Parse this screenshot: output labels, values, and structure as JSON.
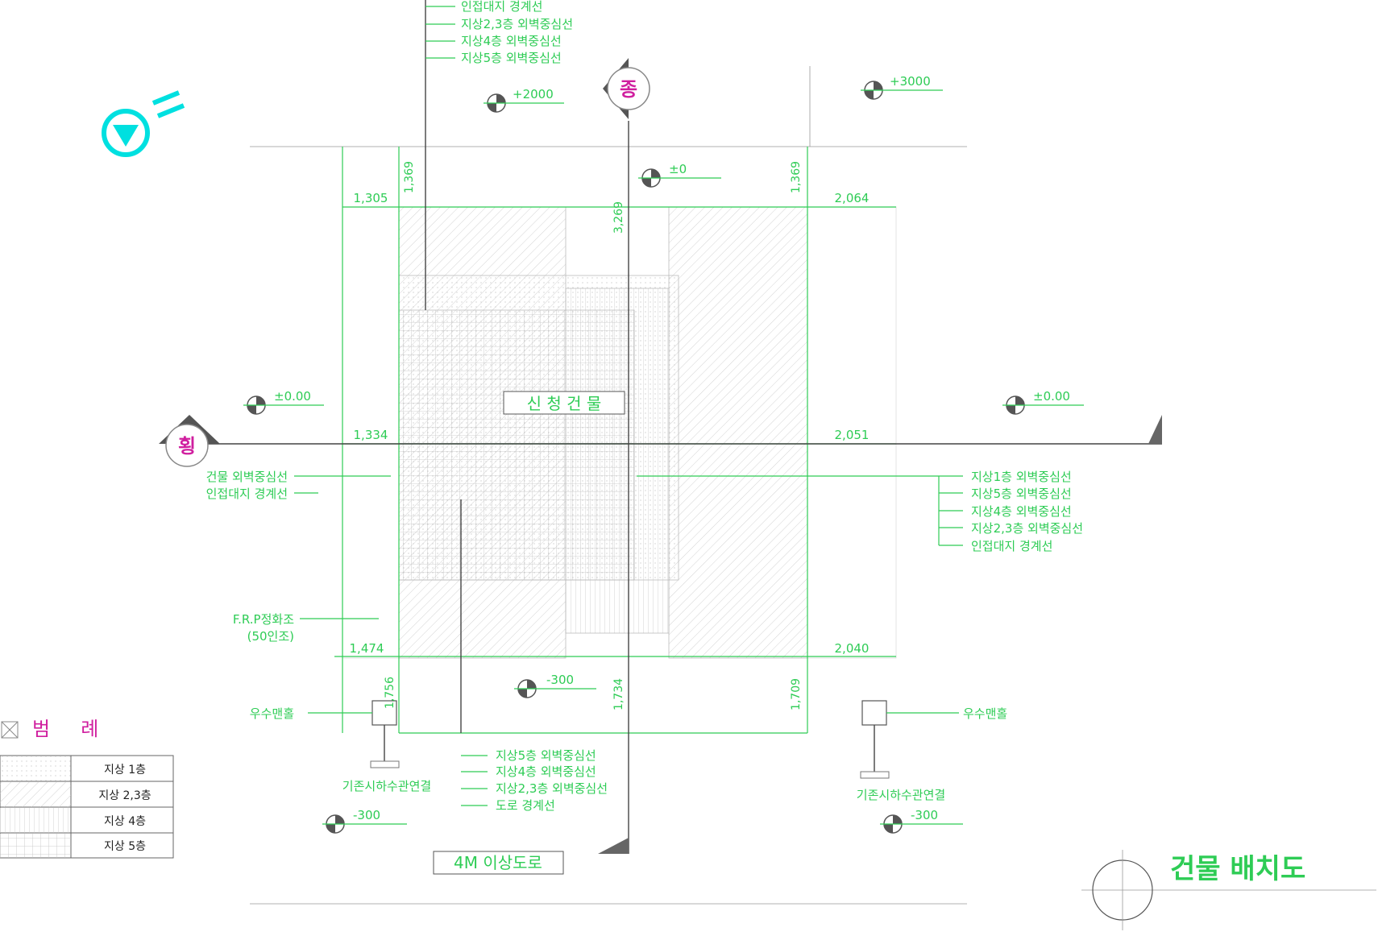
{
  "colors": {
    "annotation": "#2ecc55",
    "legend_title": "#d01f9f",
    "axis_marker": "#d01f9f",
    "north_arrow": "#00e0e0",
    "line": "#444444"
  },
  "drawing_title": "건물 배치도",
  "building_label": "신 청 건 물",
  "road_label": "4M 이상도로",
  "axis_markers": {
    "longitudinal": "종",
    "transverse": "횡"
  },
  "top_callouts": [
    "인접대지 경계선",
    "지상2,3층 외벽중심선",
    "지상4층 외벽중심선",
    "지상5층 외벽중심선"
  ],
  "left_callouts": [
    "건물 외벽중심선",
    "인접대지 경계선"
  ],
  "right_callouts": [
    "지상1층 외벽중심선",
    "지상5층 외벽중심선",
    "지상4층 외벽중심선",
    "지상2,3층 외벽중심선",
    "인접대지 경계선"
  ],
  "bottom_callouts": [
    "지상5층 외벽중심선",
    "지상4층 외벽중심선",
    "지상2,3층 외벽중심선",
    "도로 경계선"
  ],
  "septic": {
    "line1": "F.R.P정화조",
    "line2": "(50인조)"
  },
  "rain_outlet": "우수맨홀",
  "sewer_connection": "기존시하수관연결",
  "level_marks": {
    "top_left": "+2000",
    "top_right": "+3000",
    "center": "±0",
    "left": "±0.00",
    "right": "±0.00",
    "bottom_center": "-300",
    "bottom_left": "-300",
    "bottom_right": "-300"
  },
  "dimensions": {
    "top_left": "1,305",
    "top_right": "2,064",
    "mid_left": "1,334",
    "mid_right": "2,051",
    "bot_left": "1,474",
    "bot_right": "2,040",
    "v_top_left": "1,369",
    "v_top_right": "1,369",
    "v_center": "3,269",
    "v_bot_left": "1,756",
    "v_bot_center": "1,734",
    "v_bot_right": "1,709"
  },
  "legend": {
    "title": "범     례",
    "items": [
      {
        "label": "지상 1층",
        "pattern": "dots"
      },
      {
        "label": "지상 2,3층",
        "pattern": "diagonal"
      },
      {
        "label": "지상 4층",
        "pattern": "vertical"
      },
      {
        "label": "지상 5층",
        "pattern": "grid"
      }
    ]
  }
}
